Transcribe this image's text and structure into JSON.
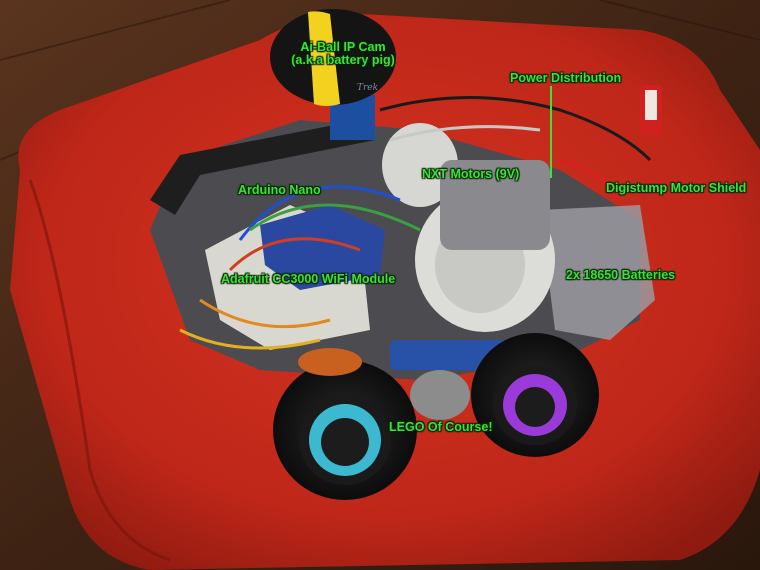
{
  "labels": {
    "camera_line1": "Ai-Ball IP Cam",
    "camera_line2": "(a.k.a battery pig)",
    "power": "Power Distribution",
    "motors": "NXT Motors (9V)",
    "nano": "Arduino Nano",
    "shield": "Digistump Motor Shield",
    "batteries": "2x 18650 Batteries",
    "wifi": "Adafruit CC3000 WiFi Module",
    "lego": "LEGO Of Course!"
  },
  "camera_logo": "Trek",
  "colors": {
    "label": "#3ee03a",
    "cushion": "#c8281e",
    "floor": "#4a2a18"
  }
}
